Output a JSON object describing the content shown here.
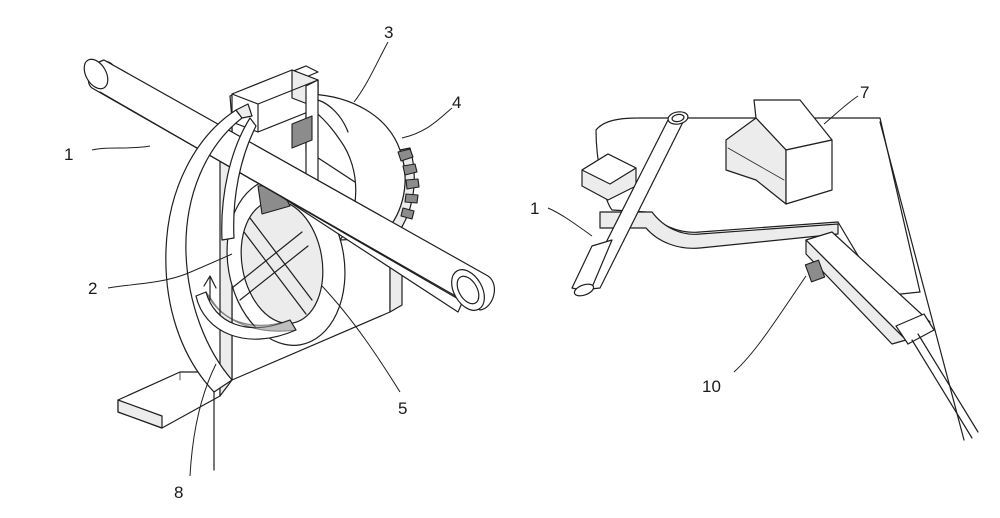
{
  "labels": {
    "left": {
      "l1": "1",
      "l2": "2",
      "l3": "3",
      "l4": "4",
      "l5": "5",
      "l8": "8"
    },
    "right": {
      "l1": "1",
      "l7": "7",
      "l10": "10"
    }
  }
}
